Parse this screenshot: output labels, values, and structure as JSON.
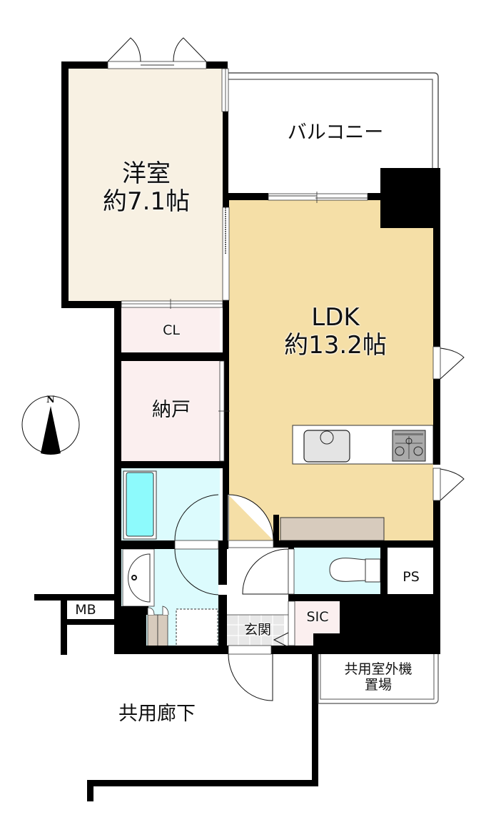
{
  "rooms": {
    "western_room": {
      "name": "洋室",
      "size": "約7.1帖"
    },
    "ldk": {
      "name": "LDK",
      "size": "約13.2帖"
    },
    "balcony": {
      "name": "バルコニー"
    },
    "closet": {
      "name": "CL"
    },
    "storage": {
      "name": "納戸"
    },
    "entrance": {
      "name": "玄関"
    },
    "sic": {
      "name": "SIC"
    },
    "ps": {
      "name": "PS"
    },
    "mb": {
      "name": "MB"
    },
    "outdoor_unit": {
      "line1": "共用室外機",
      "line2": "置場"
    },
    "corridor": {
      "name": "共用廊下"
    }
  },
  "compass": {
    "label": "N"
  },
  "colors": {
    "wall": "#000000",
    "western_floor": "#f8f1e3",
    "ldk_floor": "#f5dfa7",
    "closet_floor": "#fbefef",
    "wet_area": "#dcfbfd",
    "bathtub": "#8dfafc",
    "counter": "#d7cbbd",
    "entrance_tile": "#e8e8e8"
  }
}
